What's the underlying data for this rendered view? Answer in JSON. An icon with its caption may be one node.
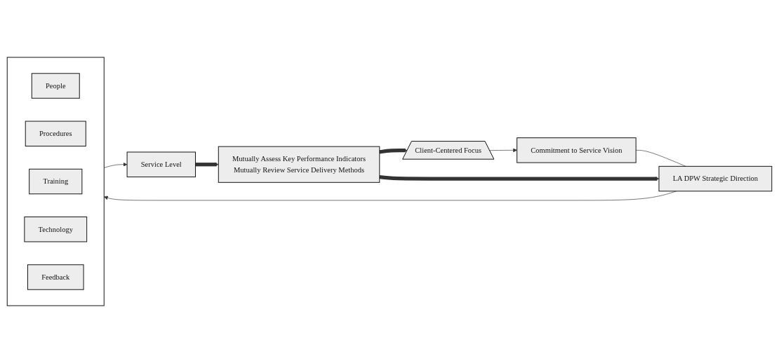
{
  "diagram": {
    "nodes": [
      {
        "text": [
          "Client-Centered Focus"
        ]
      },
      {
        "text": [
          "Commitment to Service Vision"
        ]
      },
      {
        "text": [
          "LA DPW Strategic Direction"
        ]
      },
      {
        "text": [],
        "shape": "box"
      },
      {
        "text": [
          "People"
        ],
        "in": 3
      },
      {
        "text": [
          "Procedures"
        ],
        "in": 3
      },
      {
        "text": [
          "Training"
        ],
        "in": 3
      },
      {
        "text": [
          "Technology"
        ],
        "in": 3
      },
      {
        "text": [
          "Feedback"
        ],
        "in": 3
      },
      {
        "text": [
          "Service Level"
        ]
      },
      {
        "text": [
          "Mutually Assess Key Performance Indicators",
          "Mutually Review Service Delivery Methods"
        ]
      }
    ],
    "edges": [
      {
        "from": 0,
        "to": 1,
        "arrow": "to"
      },
      {
        "from": 1,
        "to": 2,
        "arrow": "none"
      },
      {
        "from": 2,
        "to": 3,
        "arrow": "to"
      },
      {
        "from": 3,
        "to": 9,
        "arrow": "to"
      },
      {
        "from": 9,
        "to": 10,
        "arrow": "to",
        "style": "thick"
      },
      {
        "from": 10,
        "to": 0,
        "arrow": "to",
        "style": "thick"
      },
      {
        "from": 10,
        "to": 2,
        "arrow": "to",
        "style": "thick"
      }
    ]
  }
}
